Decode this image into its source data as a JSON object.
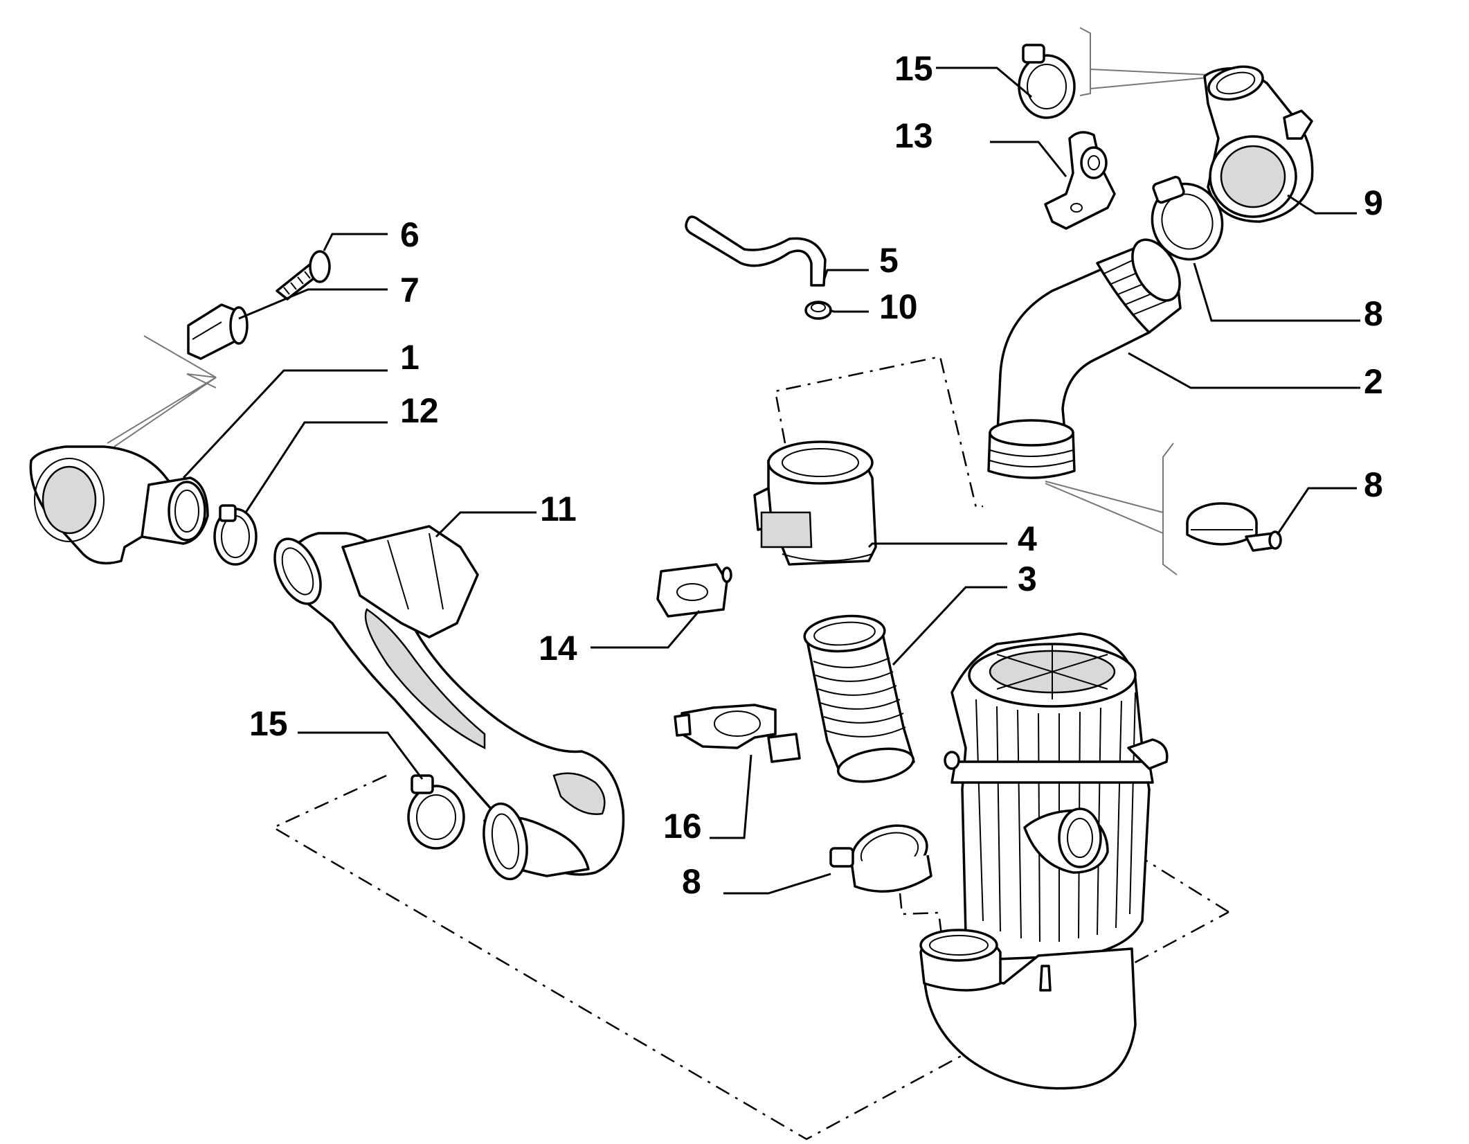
{
  "diagram": {
    "parts": [
      {
        "id": "part-1",
        "callout": "1",
        "name": "intake-elbow-flange"
      },
      {
        "id": "part-2",
        "callout": "2",
        "name": "curved-intake-hose"
      },
      {
        "id": "part-3",
        "callout": "3",
        "name": "corrugated-sleeve"
      },
      {
        "id": "part-4",
        "callout": "4",
        "name": "air-mass-meter"
      },
      {
        "id": "part-5",
        "callout": "5",
        "name": "breather-pipe"
      },
      {
        "id": "part-6",
        "callout": "6",
        "name": "self-tapping-screw"
      },
      {
        "id": "part-7",
        "callout": "7",
        "name": "expansion-clip"
      },
      {
        "id": "part-8a",
        "callout": "8",
        "name": "hose-clamp-upper"
      },
      {
        "id": "part-8b",
        "callout": "8",
        "name": "hose-clamp-right"
      },
      {
        "id": "part-8c",
        "callout": "8",
        "name": "hose-clamp-lower"
      },
      {
        "id": "part-9",
        "callout": "9",
        "name": "throttle-connector-elbow"
      },
      {
        "id": "part-10",
        "callout": "10",
        "name": "small-clip"
      },
      {
        "id": "part-11",
        "callout": "11",
        "name": "resonator-intake-duct"
      },
      {
        "id": "part-12",
        "callout": "12",
        "name": "small-clamp"
      },
      {
        "id": "part-13",
        "callout": "13",
        "name": "mounting-bracket"
      },
      {
        "id": "part-14",
        "callout": "14",
        "name": "sensor-seal-plate"
      },
      {
        "id": "part-15a",
        "callout": "15",
        "name": "clamp-upper"
      },
      {
        "id": "part-15b",
        "callout": "15",
        "name": "clamp-lower"
      },
      {
        "id": "part-16",
        "callout": "16",
        "name": "support-clip"
      },
      {
        "id": "air-filter",
        "callout": "",
        "name": "air-filter-housing"
      }
    ]
  }
}
